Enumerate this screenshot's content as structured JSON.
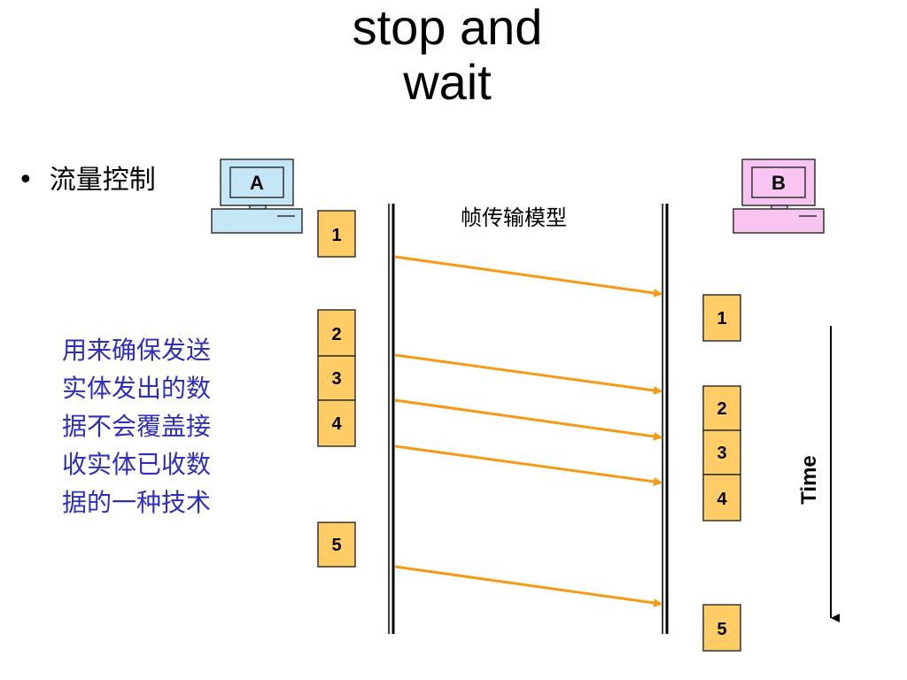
{
  "title": {
    "line1": "stop and",
    "line2": "wait"
  },
  "bullet": {
    "symbol": "•",
    "text": "流量控制"
  },
  "description_lines": [
    "用来确保发送",
    "实体发出的数",
    "据不会覆盖接",
    "收实体已收数",
    "据的一种技术"
  ],
  "model_label": "帧传输模型",
  "time_label": "Time",
  "hosts": [
    {
      "id": "A",
      "label": "A",
      "color": "#c5e6f6"
    },
    {
      "id": "B",
      "label": "B",
      "color": "#f8c4f2"
    }
  ],
  "sender_frames": [
    "1",
    "2",
    "3",
    "4",
    "5"
  ],
  "receiver_frames": [
    "1",
    "2",
    "3",
    "4",
    "5"
  ],
  "colors": {
    "frame_fill": "#ffcc66",
    "arrow": "#f59a17",
    "text_blue": "#2e2eb8"
  }
}
